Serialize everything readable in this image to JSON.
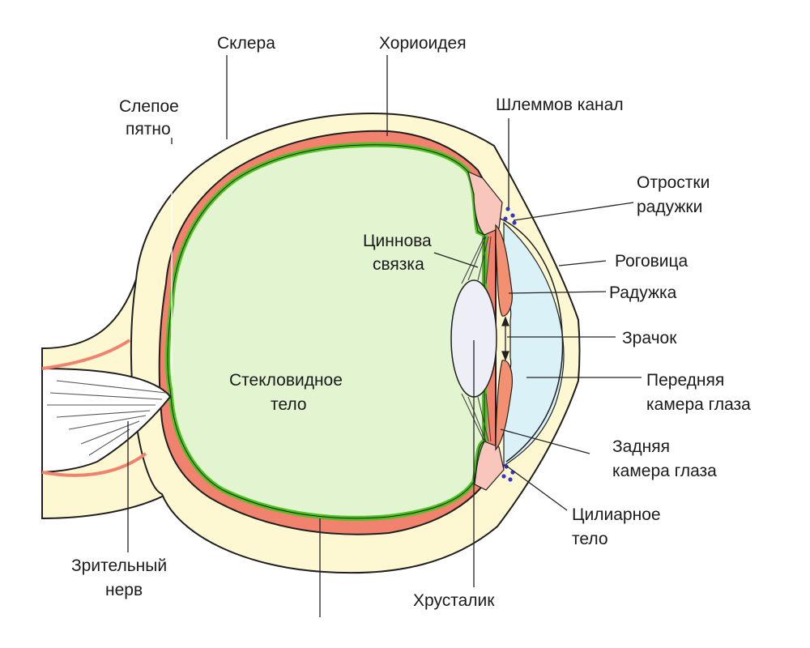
{
  "labels": {
    "sclera": "Склера",
    "choroid": "Хориоидея",
    "blind_spot_1": "Слепое",
    "blind_spot_2": "пятно",
    "schlemm": "Шлеммов канал",
    "iris_processes_1": "Отростки",
    "iris_processes_2": "радужки",
    "zonule_1": "Циннова",
    "zonule_2": "связка",
    "cornea": "Роговица",
    "iris": "Радужка",
    "pupil": "Зрачок",
    "anterior_1": "Передняя",
    "anterior_2": "камера глаза",
    "posterior_1": "Задняя",
    "posterior_2": "камера глаза",
    "ciliary_1": "Цилиарное",
    "ciliary_2": "тело",
    "vitreous_1": "Стекловидное",
    "vitreous_2": "тело",
    "optic_1": "Зрительный",
    "optic_2": "нерв",
    "lens": "Хрусталик"
  },
  "colors": {
    "sclera": "#fdf8d2",
    "choroid": "#f1826e",
    "retina": "#4ec320",
    "vitreous": "#e2f4d0",
    "lens": "#eeeef6",
    "anterior_chamber": "#d9f1f7",
    "iris": "#f39072",
    "ciliary": "#f8c6ba",
    "schlemm_dots": "#3535c8",
    "outline": "#1f1f1f"
  }
}
